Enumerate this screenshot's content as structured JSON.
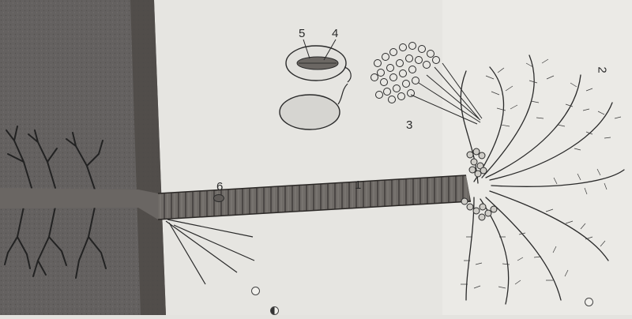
{
  "labels": {
    "stem": "1",
    "crown": "2",
    "fruit_cluster": "3",
    "seed_whole": "4",
    "seed_cut": "5",
    "offshoot_mark": "6"
  },
  "colors": {
    "soil": "#5f5c58",
    "soil_band": "#4a4744",
    "paper": "#e4e3df",
    "ink": "#2a2a2a",
    "trunk": "#6a6663"
  }
}
